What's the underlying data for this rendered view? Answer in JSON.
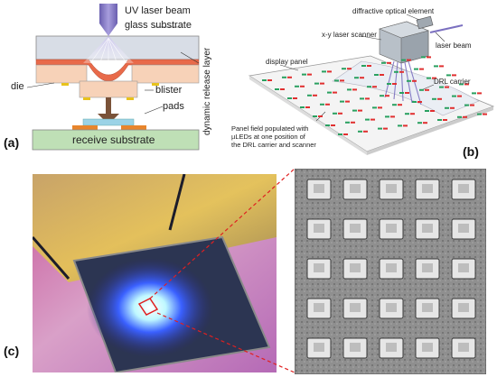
{
  "panel_a": {
    "letter": "(a)",
    "labels": {
      "uv_laser_beam": "UV laser beam",
      "glass_substrate": "glass substrate",
      "dynamic_release_layer": "dynamic release layer",
      "blister": "blister",
      "die": "die",
      "pads": "pads",
      "receive_substrate": "receive substrate"
    }
  },
  "panel_b": {
    "letter": "(b)",
    "labels": {
      "diffractive_optical_element": "diffractive optical element",
      "xy_laser_scanner": "x-y laser scanner",
      "laser_beam": "laser beam",
      "display_panel": "display panel",
      "drl_carrier": "DRL carrier",
      "panel_field_line1": "Panel field populated with",
      "panel_field_line2": "µLEDs at one position of",
      "panel_field_line3": "the DRL carrier and scanner"
    }
  },
  "panel_c": {
    "letter": "(c)",
    "grid_rows": 5,
    "grid_cols": 5
  },
  "colors": {
    "glass": "#d8dde6",
    "release_layer": "#e86a4a",
    "die": "#f7d2b8",
    "pads": "#e8c21c",
    "receive_substrate": "#bfe0b6",
    "arrow": "#7a5238",
    "laser": "#7b70c0",
    "led_red": "#e03030",
    "led_green": "#2aa060"
  }
}
